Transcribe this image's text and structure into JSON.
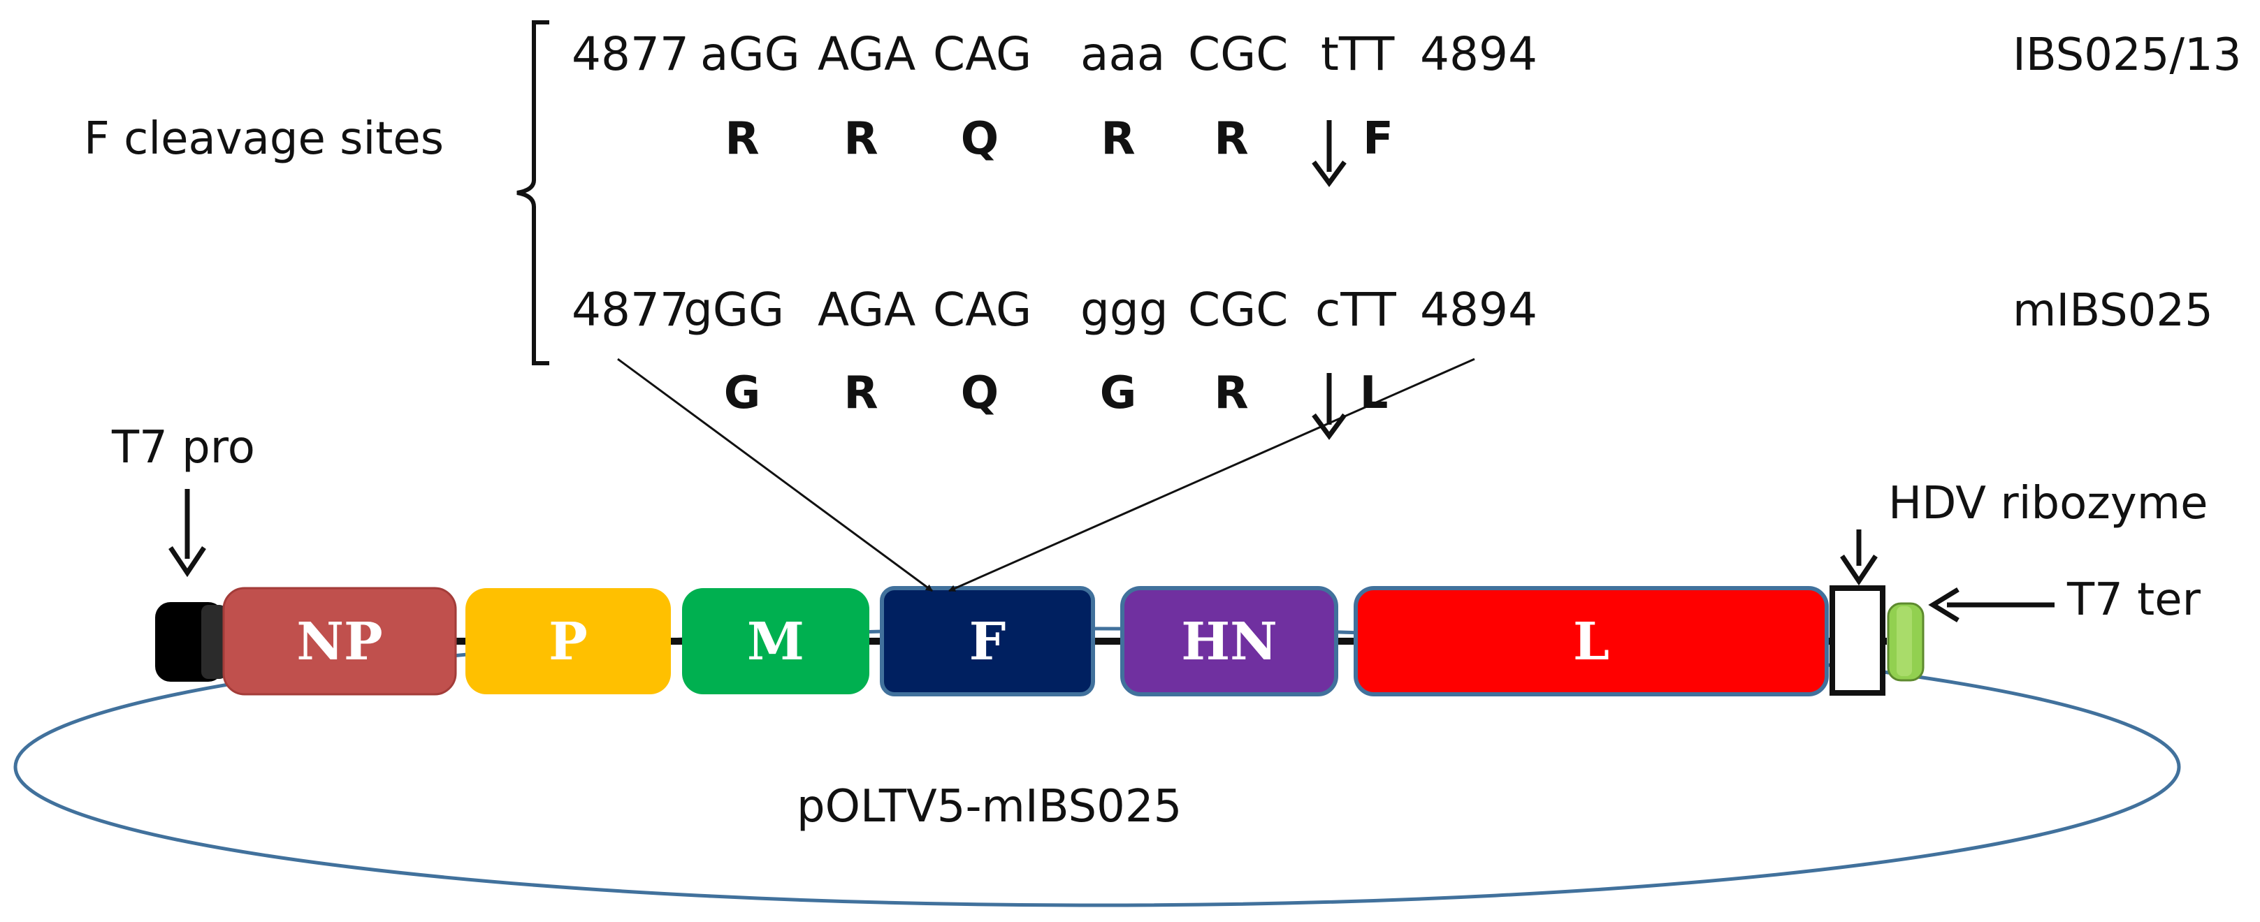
{
  "labels": {
    "f_cleavage": "F cleavage sites",
    "t7_pro": "T7 pro",
    "hdv": "HDV ribozyme",
    "t7_ter": "T7 ter",
    "plasmid": "pOLTV5-mIBS025"
  },
  "sequences": [
    {
      "strain": "IBS025/13",
      "start": "4877",
      "end": "4894",
      "codons": [
        "aGG",
        "AGA",
        "CAG",
        "aaa",
        "CGC",
        "tTT"
      ],
      "amino_acids": [
        "R",
        "R",
        "Q",
        "R",
        "R",
        "F"
      ]
    },
    {
      "strain": "mIBS025",
      "start": "4877",
      "end": "4894",
      "codons": [
        "gGG",
        "AGA",
        "CAG",
        "ggg",
        "CGC",
        "cTT"
      ],
      "amino_acids": [
        "G",
        "R",
        "Q",
        "G",
        "R",
        "L"
      ]
    }
  ],
  "genes": [
    {
      "name": "NP",
      "color": "#c0504d"
    },
    {
      "name": "P",
      "color": "#ffc000"
    },
    {
      "name": "M",
      "color": "#00b050"
    },
    {
      "name": "F",
      "color": "#002060"
    },
    {
      "name": "HN",
      "color": "#7030a0"
    },
    {
      "name": "L",
      "color": "#ff0000"
    }
  ],
  "colors": {
    "plasmid_ring": "#41719c",
    "t7_promoter": "#000000",
    "t7_terminator": "#92d050",
    "hdv_box": "#ffffff"
  }
}
